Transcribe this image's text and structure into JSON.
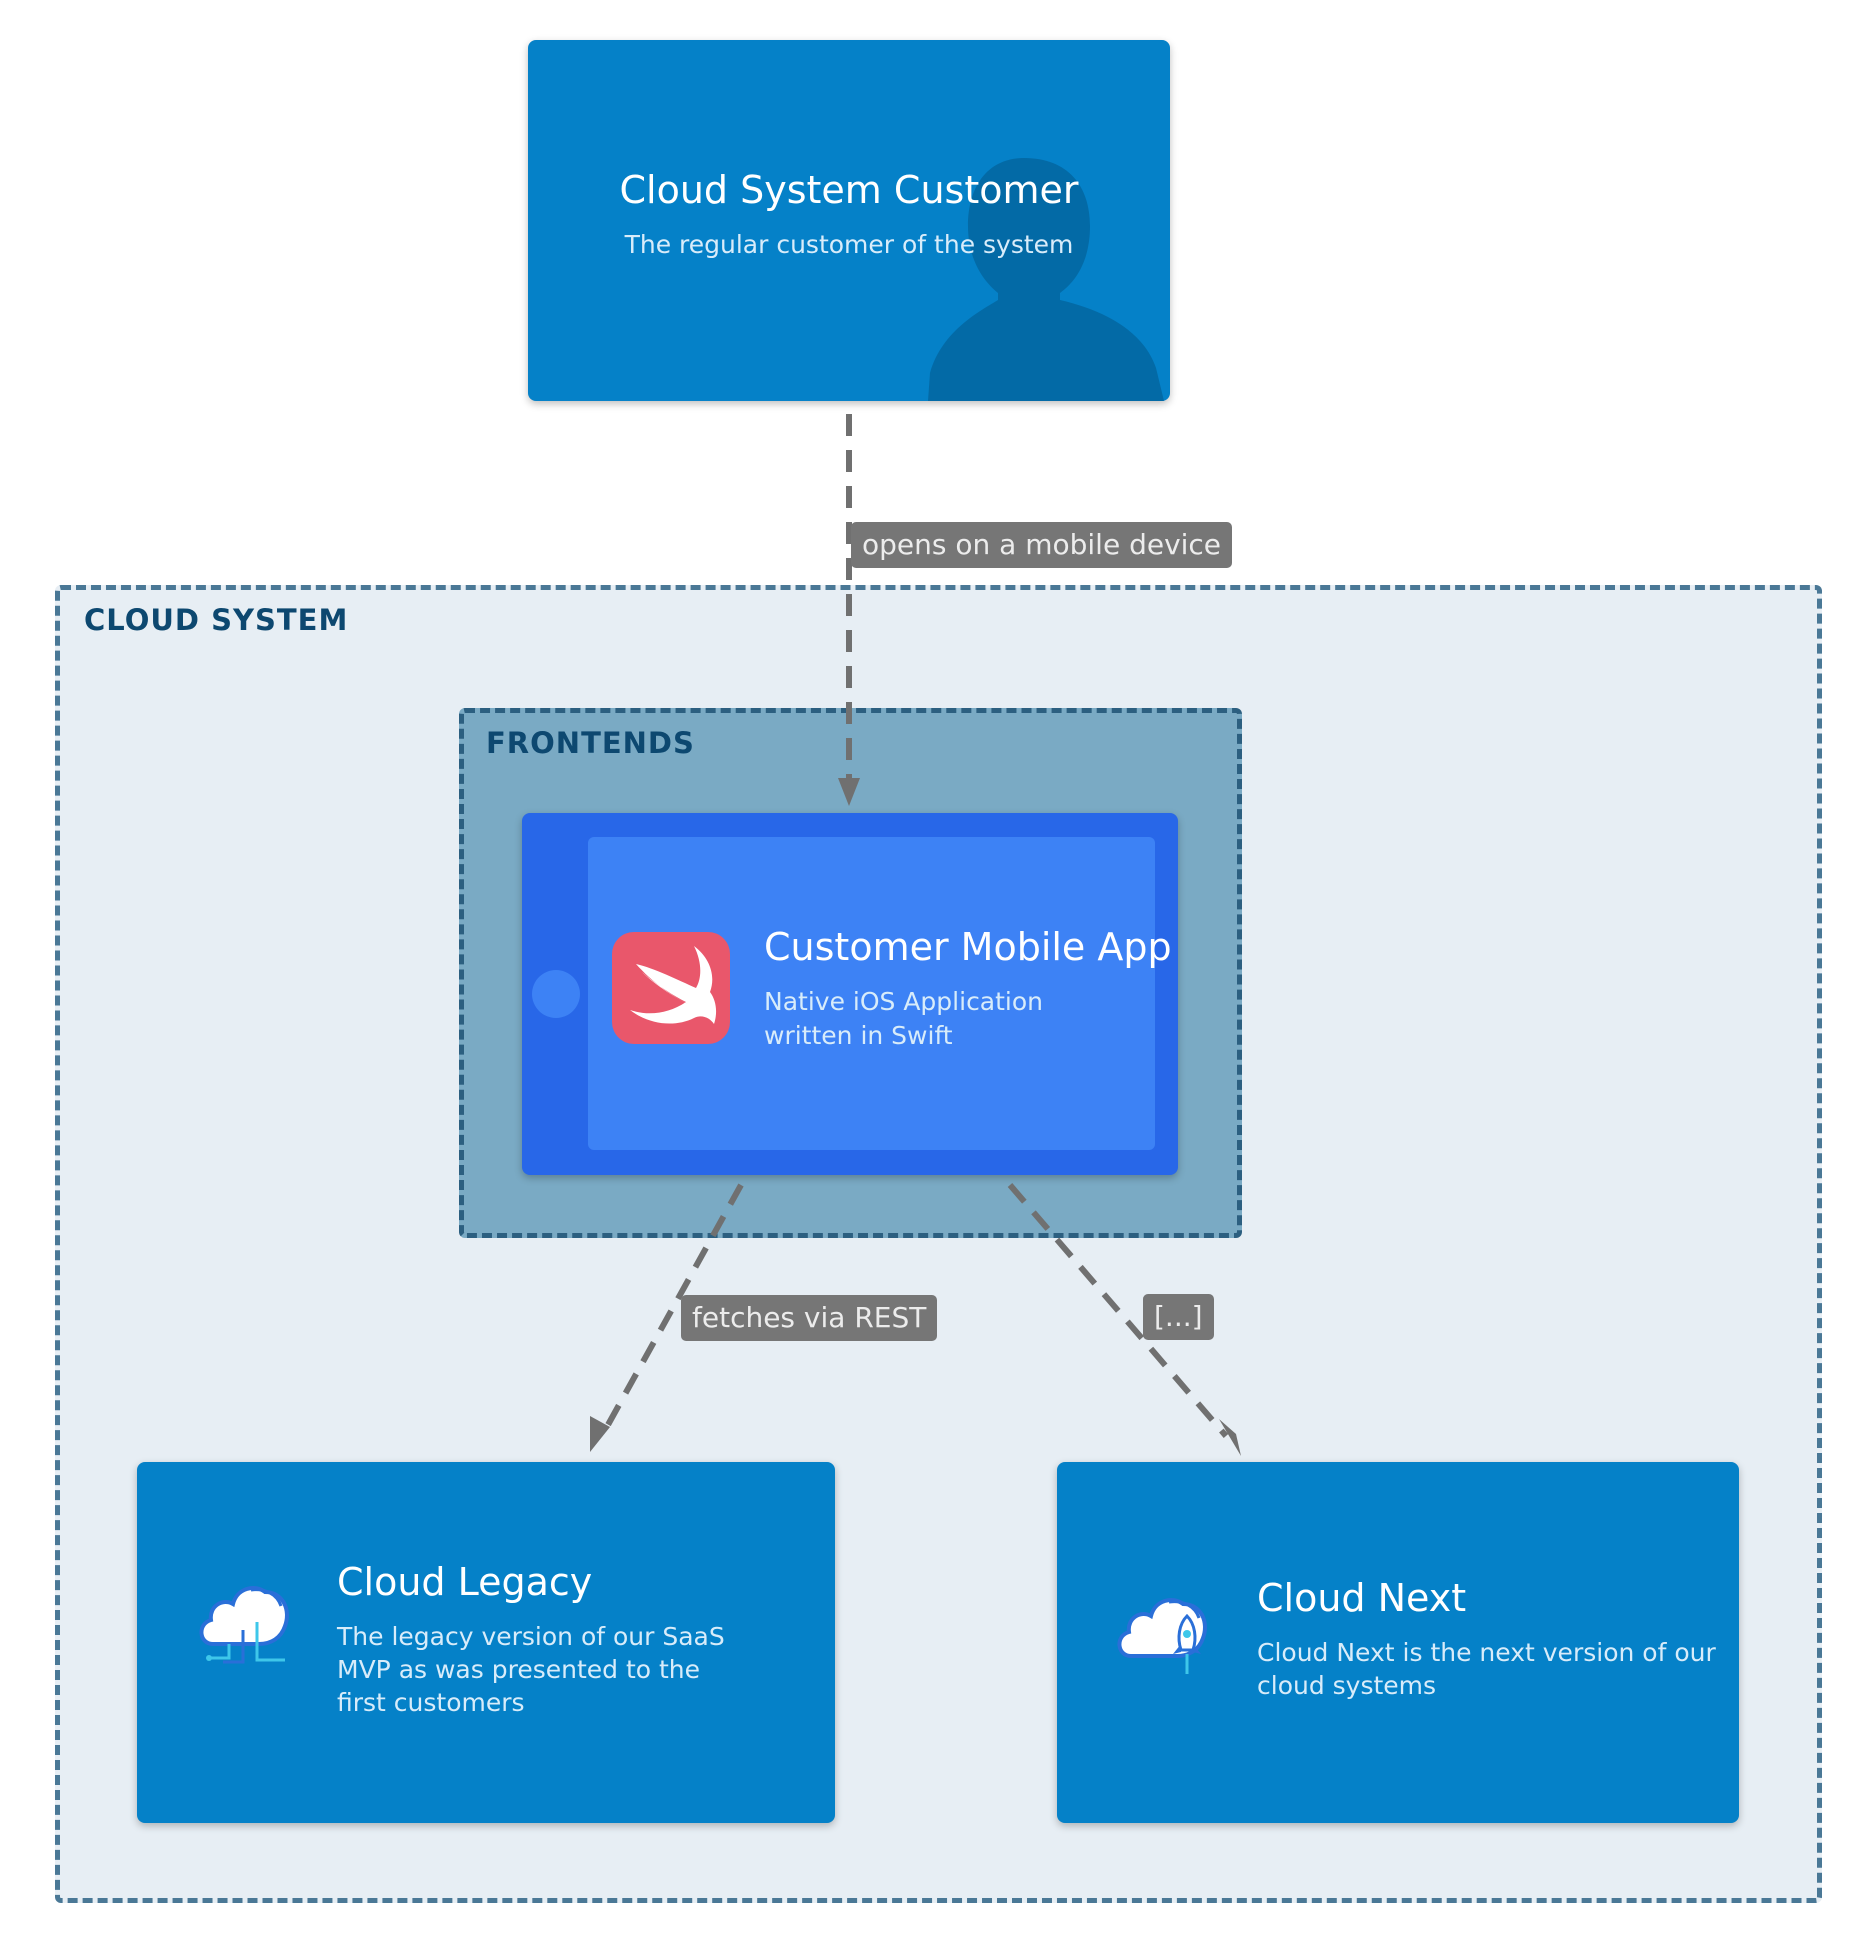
{
  "customer": {
    "title": "Cloud System Customer",
    "description": "The regular customer of the system",
    "icon": "person-icon"
  },
  "cloud_system": {
    "label": "CLOUD SYSTEM"
  },
  "frontends": {
    "label": "FRONTENDS"
  },
  "mobile_app": {
    "title": "Customer Mobile App",
    "description_line1": "Native iOS Application",
    "description_line2": "written in Swift",
    "icon": "swift-logo-icon"
  },
  "cloud_legacy": {
    "title": "Cloud Legacy",
    "description_line1": "The legacy version of our SaaS",
    "description_line2": "MVP as was presented to the",
    "description_line3": "first customers",
    "icon": "cloud-legacy-icon"
  },
  "cloud_next": {
    "title": "Cloud Next",
    "description_line1": "Cloud Next is the next version of our",
    "description_line2": "cloud systems",
    "icon": "cloud-rocket-icon"
  },
  "edges": {
    "opens": "opens on a mobile device",
    "fetches": "fetches via REST",
    "other": "[...]"
  },
  "colors": {
    "node_blue": "#0581c8",
    "device_outer": "#2867e8",
    "device_screen": "#3d82f5",
    "boundary_bg": "#e7eef4",
    "frontends_bg": "#7aaac4",
    "swift": "#e9576b",
    "edge": "#707070"
  }
}
